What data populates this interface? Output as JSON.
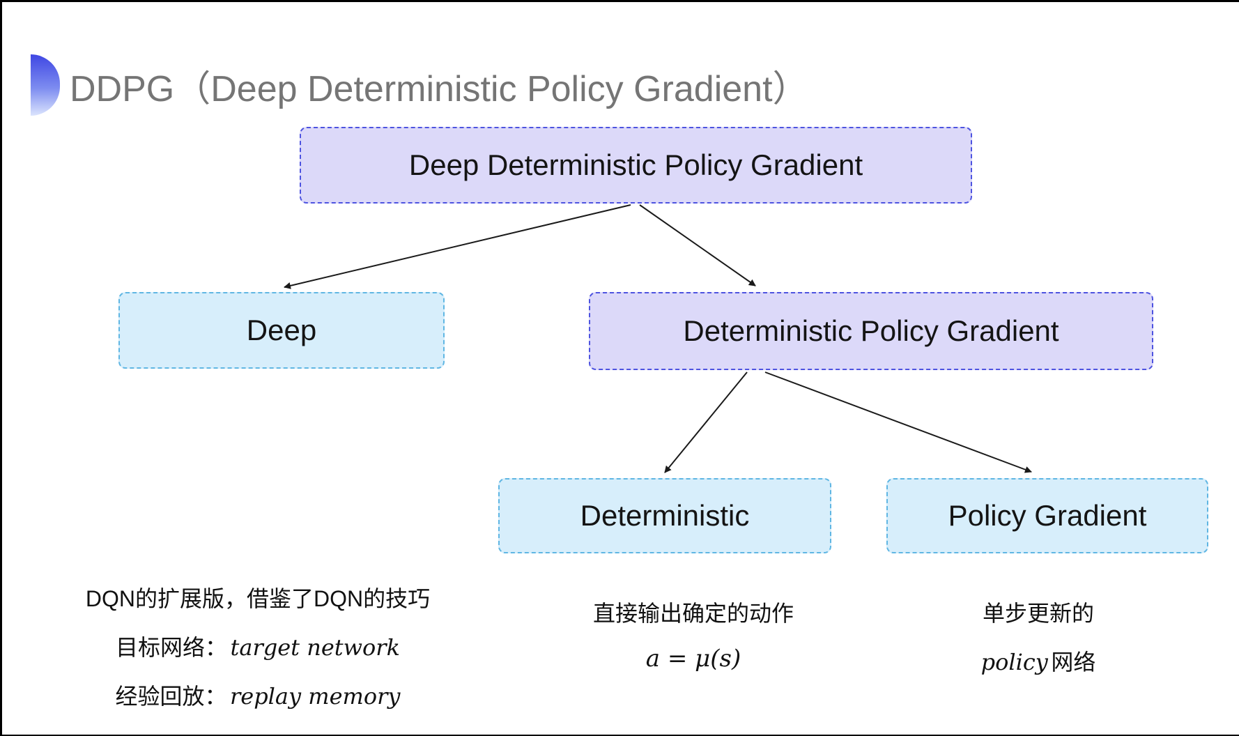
{
  "title": {
    "text": "DDPG（Deep Deterministic Policy Gradient）",
    "color": "#757575",
    "bullet_icon": "half-circle-gradient",
    "bullet_colors": [
      "#3f47e3",
      "#dbe4fd"
    ]
  },
  "diagram": {
    "type": "tree",
    "colors": {
      "purple_fill": "#dcd9f9",
      "purple_border": "#4d53e0",
      "blue_fill": "#d7eefb",
      "blue_border": "#5fb6e3",
      "arrow": "#1a1a1a",
      "text": "#141414"
    },
    "nodes": {
      "root": {
        "label": "Deep Deterministic Policy Gradient",
        "style": "purple"
      },
      "deep": {
        "label": "Deep",
        "style": "blue"
      },
      "dpg": {
        "label": "Deterministic Policy Gradient",
        "style": "purple"
      },
      "deterministic": {
        "label": "Deterministic",
        "style": "blue"
      },
      "policy_gradient": {
        "label": "Policy Gradient",
        "style": "blue"
      }
    },
    "edges": [
      {
        "from": "root",
        "to": "deep"
      },
      {
        "from": "root",
        "to": "dpg"
      },
      {
        "from": "dpg",
        "to": "deterministic"
      },
      {
        "from": "dpg",
        "to": "policy_gradient"
      }
    ]
  },
  "notes": {
    "dqn": {
      "line1": "DQN的扩展版，借鉴了DQN的技巧",
      "target_label": "目标网络：",
      "target_value": "target network",
      "replay_label": "经验回放：",
      "replay_value": "replay memory"
    },
    "deterministic": {
      "line1": "直接输出确定的动作",
      "formula": "a = μ(s)"
    },
    "policy": {
      "line1": "单步更新的",
      "word_italic": "policy",
      "word_rest": " 网络"
    }
  }
}
